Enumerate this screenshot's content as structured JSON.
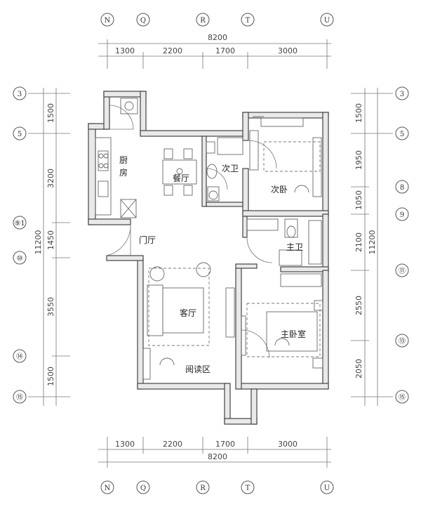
{
  "grid_top": [
    "N",
    "Q",
    "R",
    "T",
    "U"
  ],
  "grid_bottom": [
    "N",
    "Q",
    "R",
    "T",
    "U"
  ],
  "grid_left": [
    "3",
    "5",
    "⑨1",
    "⑩",
    "⑭",
    "⑮"
  ],
  "grid_right": [
    "3",
    "5",
    "8",
    "9",
    "⑪",
    "⑬",
    "⑮"
  ],
  "dims_top": {
    "total": "8200",
    "seg1": "1300",
    "seg2": "2200",
    "seg3": "1700",
    "seg4": "3000"
  },
  "dims_bottom": {
    "total": "8200",
    "seg1": "1300",
    "seg2": "2200",
    "seg3": "1700",
    "seg4": "3000"
  },
  "dims_left": {
    "total": "11200",
    "seg1": "1500",
    "seg2": "3200",
    "seg3": "1450",
    "seg4": "3550",
    "seg5": "1500"
  },
  "dims_right": {
    "total": "11200",
    "seg1": "1500",
    "seg2": "1950",
    "seg3": "1050",
    "seg4": "2100",
    "seg5": "2550",
    "seg6": "2050"
  },
  "rooms": {
    "kitchen_a": "厨",
    "kitchen_b": "房",
    "dining": "餐厅",
    "second_bath": "次卫",
    "second_bedroom": "次卧",
    "foyer": "门厅",
    "master_bath": "主卫",
    "living": "客厅",
    "master_bedroom": "主卧室",
    "reading": "阅读区"
  }
}
